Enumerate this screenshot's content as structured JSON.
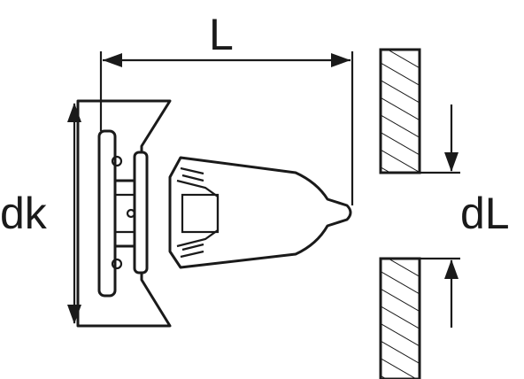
{
  "labels": {
    "length": "L",
    "head_diameter": "dk",
    "hole_diameter": "dL"
  }
}
